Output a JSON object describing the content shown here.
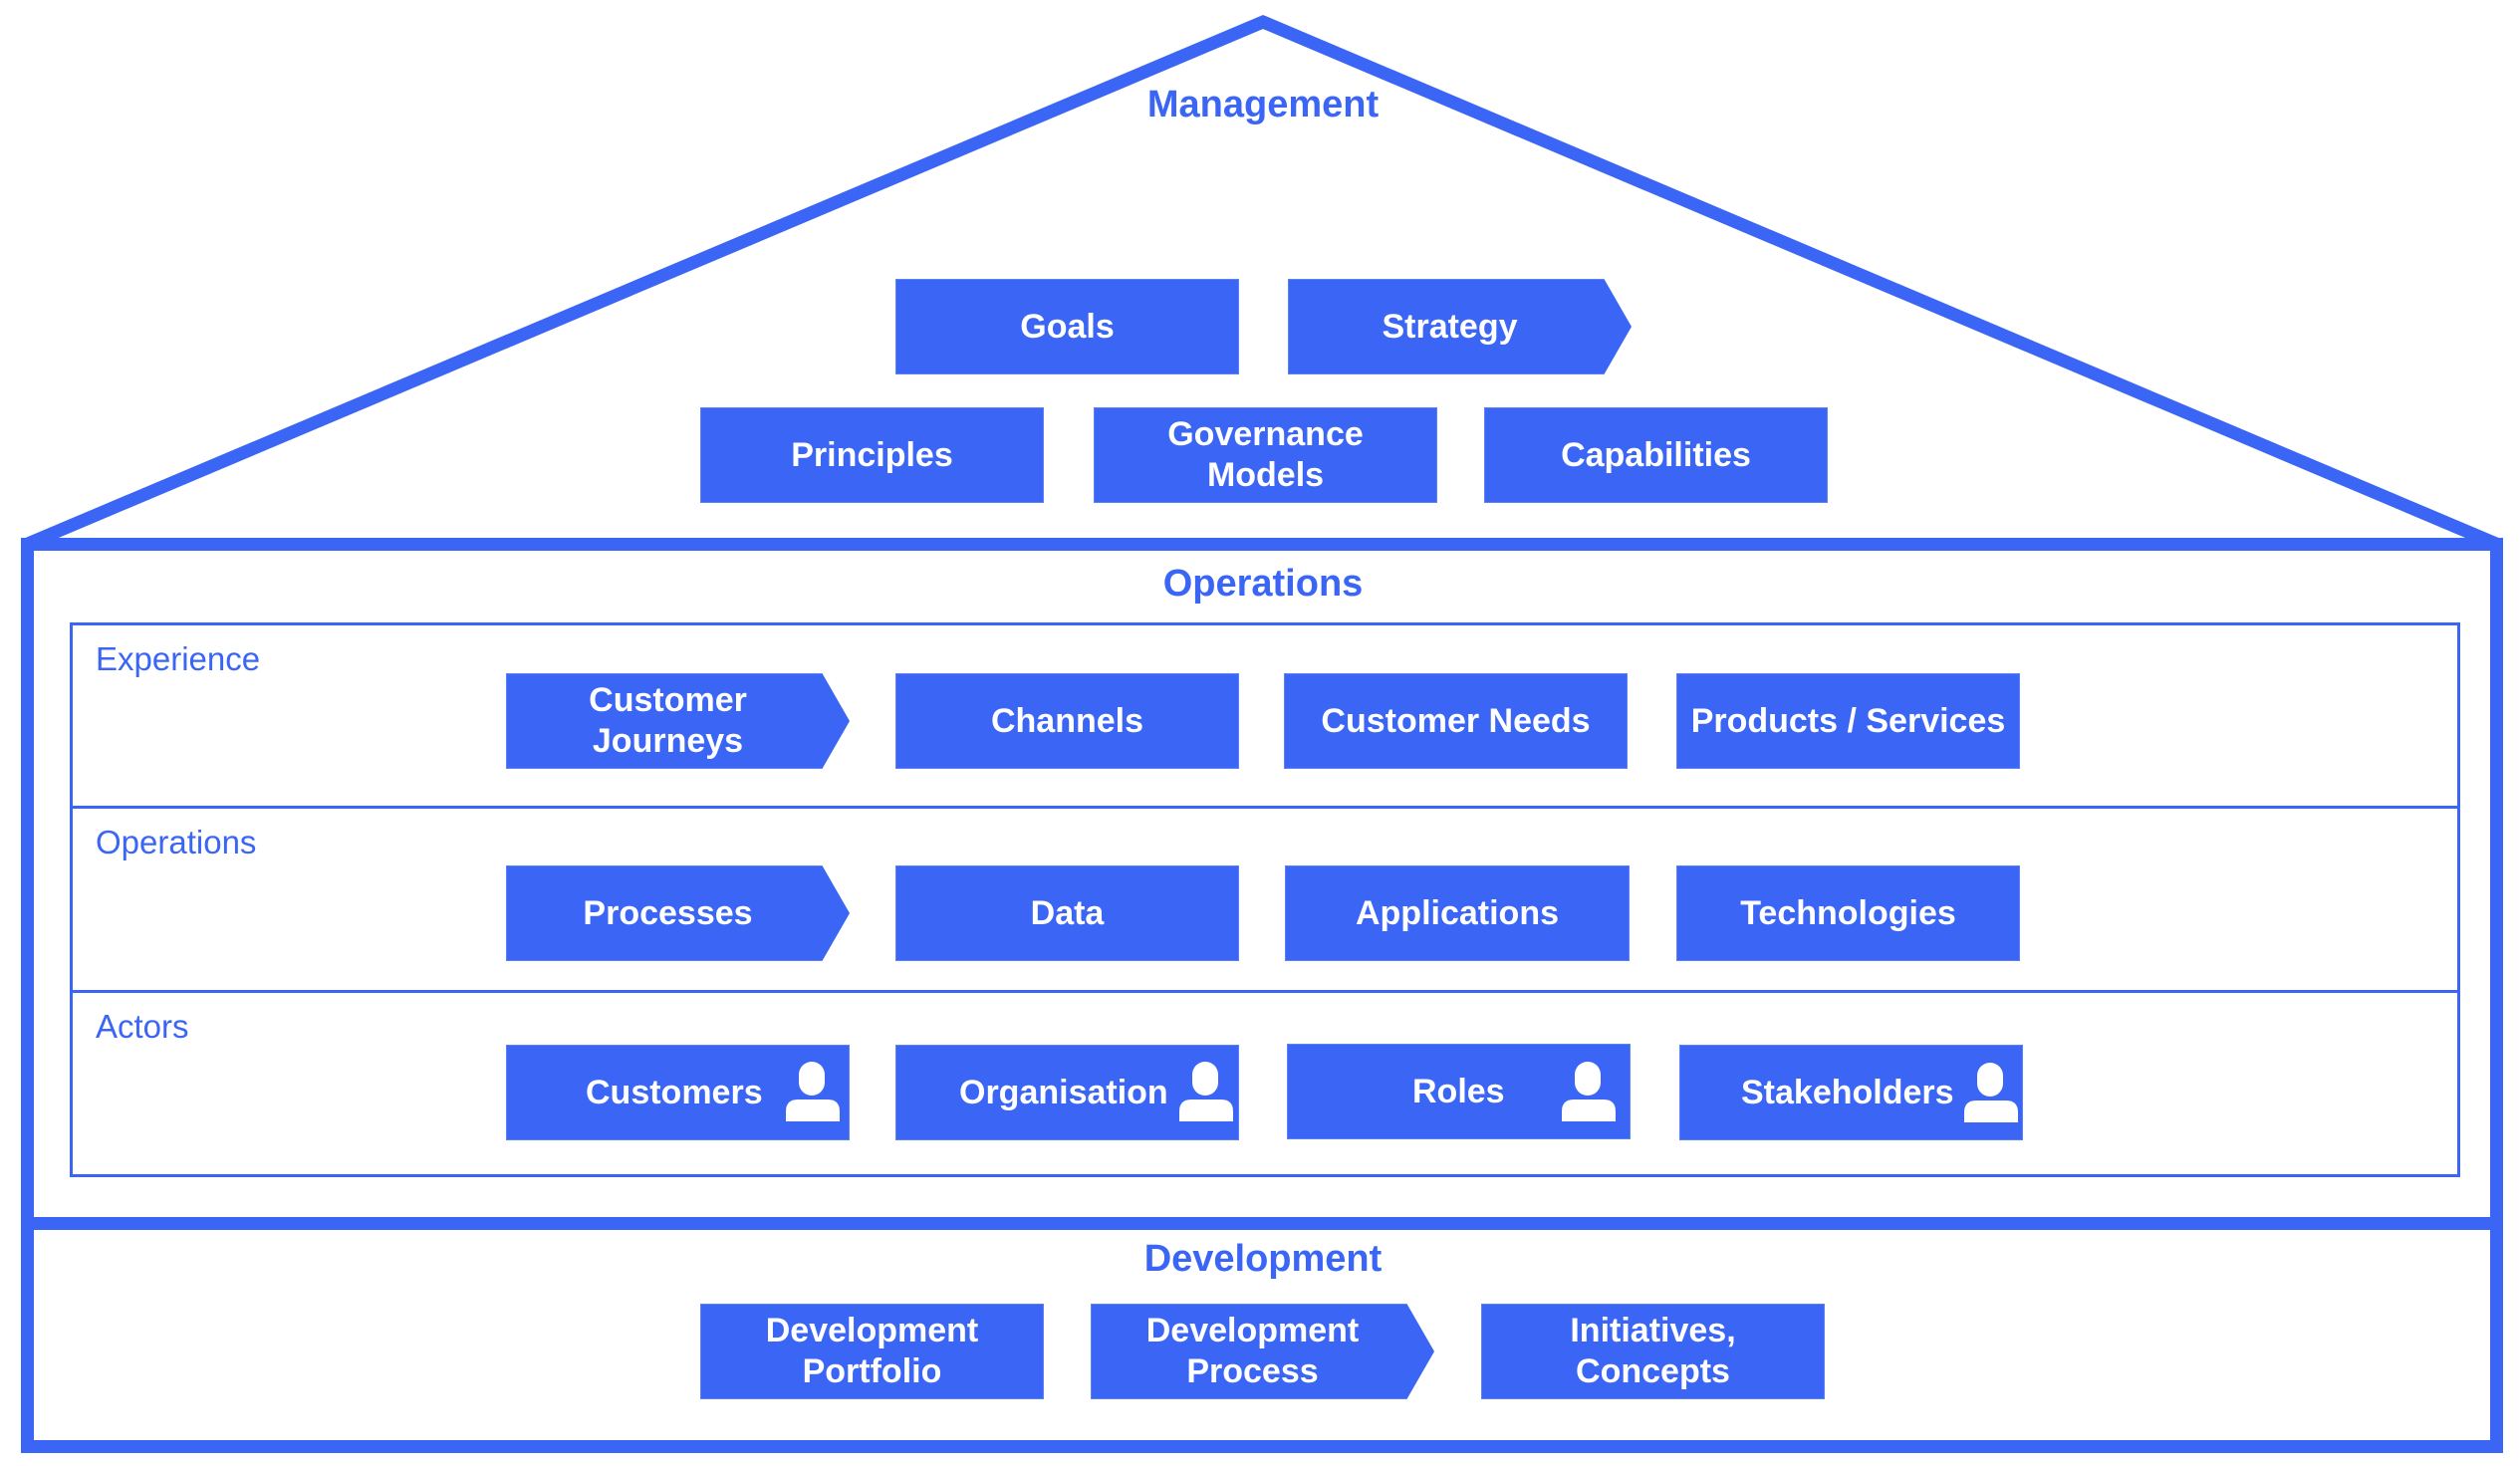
{
  "colors": {
    "accent": "#3B66F5",
    "box_text": "#FFFFFF",
    "background": "#FFFFFF"
  },
  "management": {
    "title": "Management",
    "items": [
      {
        "label": "Goals",
        "shape": "rectangle"
      },
      {
        "label": "Strategy",
        "shape": "chevron"
      },
      {
        "label": "Principles",
        "shape": "rectangle"
      },
      {
        "label": "Governance\nModels",
        "shape": "rectangle"
      },
      {
        "label": "Capabilities",
        "shape": "rectangle"
      }
    ]
  },
  "operations": {
    "title": "Operations",
    "rows": [
      {
        "label": "Experience",
        "items": [
          {
            "label": "Customer\nJourneys",
            "shape": "chevron"
          },
          {
            "label": "Channels",
            "shape": "rectangle"
          },
          {
            "label": "Customer Needs",
            "shape": "rectangle"
          },
          {
            "label": "Products / Services",
            "shape": "rectangle"
          }
        ]
      },
      {
        "label": "Operations",
        "items": [
          {
            "label": "Processes",
            "shape": "chevron"
          },
          {
            "label": "Data",
            "shape": "rectangle"
          },
          {
            "label": "Applications",
            "shape": "rectangle"
          },
          {
            "label": "Technologies",
            "shape": "rectangle"
          }
        ]
      },
      {
        "label": "Actors",
        "items": [
          {
            "label": "Customers",
            "icon": "person-icon"
          },
          {
            "label": "Organisation",
            "icon": "person-icon"
          },
          {
            "label": "Roles",
            "icon": "person-icon"
          },
          {
            "label": "Stakeholders",
            "icon": "person-icon"
          }
        ]
      }
    ]
  },
  "development": {
    "title": "Development",
    "items": [
      {
        "label": "Development\nPortfolio",
        "shape": "rectangle"
      },
      {
        "label": "Development\nProcess",
        "shape": "chevron"
      },
      {
        "label": "Initiatives,\nConcepts",
        "shape": "rectangle"
      }
    ]
  }
}
